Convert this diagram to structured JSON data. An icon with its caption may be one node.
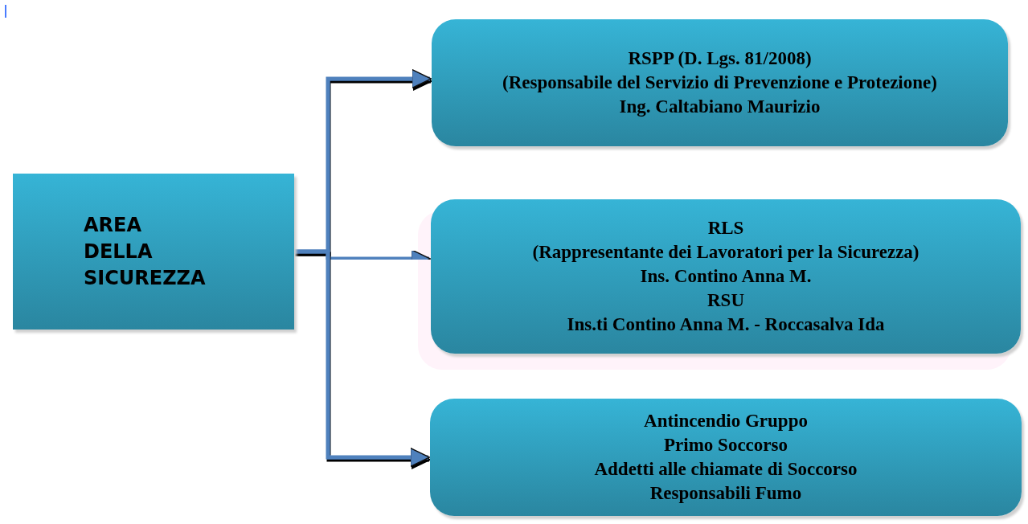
{
  "diagram": {
    "nodes": [
      {
        "text": [
          "AREA DELLA SICUREZZA"
        ]
      },
      {
        "text": [
          "RSPP (D. Lgs. 81/2008)",
          "(Responsabile del Servizio di Prevenzione e Protezione)",
          "Ing. Caltabiano Maurizio"
        ]
      },
      {
        "text": [
          "RLS",
          "(Rappresentante dei Lavoratori per la Sicurezza)",
          "Ins. Contino Anna M.",
          "RSU",
          "Ins.ti Contino Anna M. - Roccasalva Ida"
        ]
      },
      {
        "text": [
          "Antincendio Gruppo",
          "Primo Soccorso",
          "Addetti alle chiamate di Soccorso",
          "Responsabili Fumo"
        ]
      }
    ],
    "edges": [
      {
        "from": 0,
        "to": 1,
        "arrow": "to"
      },
      {
        "from": 0,
        "to": 2,
        "arrow": "to"
      },
      {
        "from": 0,
        "to": 3,
        "arrow": "to"
      }
    ]
  }
}
